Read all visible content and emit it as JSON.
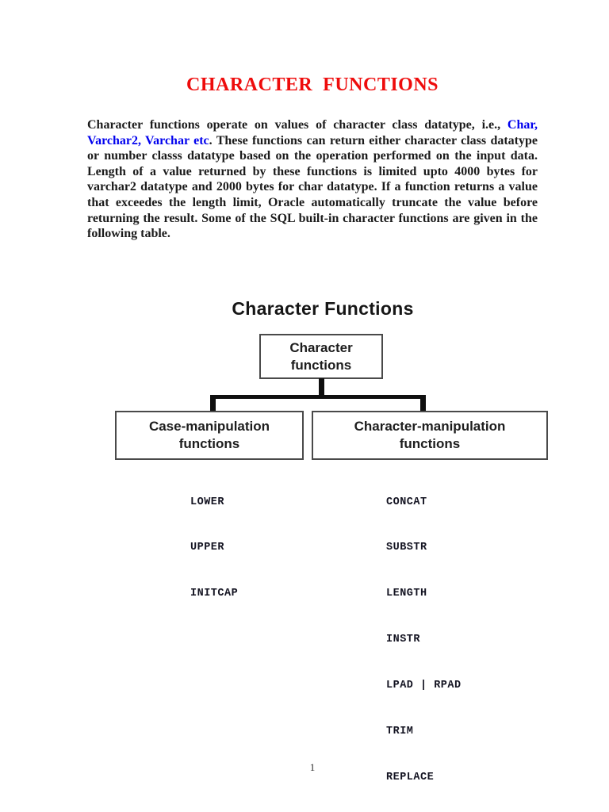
{
  "document": {
    "title": "CHARACTER  FUNCTIONS",
    "paragraph": {
      "part1": "Character functions operate on values of character class datatype, i.e., ",
      "highlight": "Char, Varchar2, Varchar etc",
      "part2": ". These functions can return either character class datatype or number classs datatype based on the operation performed on the input data. Length of a value returned by these functions is limited upto 4000 bytes for varchar2 datatype and 2000 bytes for char datatype. If a function returns a value that exceedes the length limit, Oracle automatically truncate the value before returning the result. Some of the SQL built-in character functions are given in the following table."
    },
    "page_number": "1"
  },
  "diagram": {
    "heading": "Character Functions",
    "root": {
      "line1": "Character",
      "line2": "functions"
    },
    "branches": [
      {
        "title_line1": "Case-manipulation",
        "title_line2": "functions",
        "items": [
          "LOWER",
          "UPPER",
          "INITCAP"
        ]
      },
      {
        "title_line1": "Character-manipulation",
        "title_line2": "functions",
        "items": [
          "CONCAT",
          "SUBSTR",
          "LENGTH",
          "INSTR",
          "LPAD | RPAD",
          "TRIM",
          "REPLACE"
        ]
      }
    ]
  },
  "colors": {
    "title_red": "#ee0c0c",
    "link_blue": "#0000ee",
    "text_black": "#1b1b1b",
    "connector_black": "#0f0f0f"
  }
}
